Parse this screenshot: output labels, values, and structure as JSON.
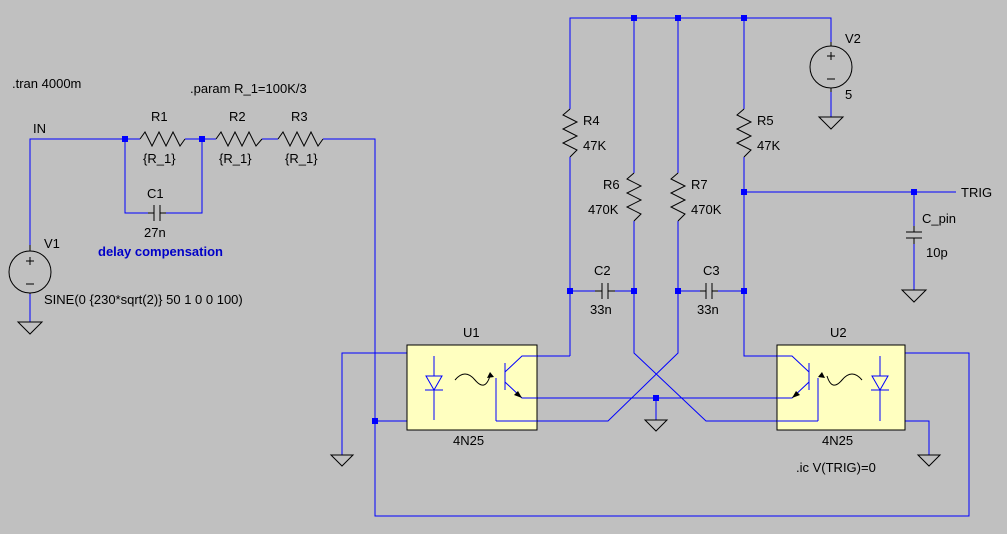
{
  "directives": {
    "tran": ".tran 4000m",
    "param": ".param R_1=100K/3",
    "ic": ".ic V(TRIG)=0",
    "note": "delay compensation"
  },
  "nets": {
    "in": "IN",
    "trig": "TRIG"
  },
  "components": {
    "V1": {
      "name": "V1",
      "value": "SINE(0 {230*sqrt(2)} 50 1 0 0 100)"
    },
    "V2": {
      "name": "V2",
      "value": "5"
    },
    "R1": {
      "name": "R1",
      "value": "{R_1}"
    },
    "R2": {
      "name": "R2",
      "value": "{R_1}"
    },
    "R3": {
      "name": "R3",
      "value": "{R_1}"
    },
    "R4": {
      "name": "R4",
      "value": "47K"
    },
    "R5": {
      "name": "R5",
      "value": "47K"
    },
    "R6": {
      "name": "R6",
      "value": "470K"
    },
    "R7": {
      "name": "R7",
      "value": "470K"
    },
    "C1": {
      "name": "C1",
      "value": "27n"
    },
    "C2": {
      "name": "C2",
      "value": "33n"
    },
    "C3": {
      "name": "C3",
      "value": "33n"
    },
    "C_pin": {
      "name": "C_pin",
      "value": "10p"
    },
    "U1": {
      "name": "U1",
      "value": "4N25"
    },
    "U2": {
      "name": "U2",
      "value": "4N25"
    }
  },
  "colors": {
    "background": "#c0c0c0",
    "wire": "#0000ff",
    "component": "#000000",
    "optocoupler_fill": "#ffffc0",
    "note_text": "#0000c8"
  }
}
